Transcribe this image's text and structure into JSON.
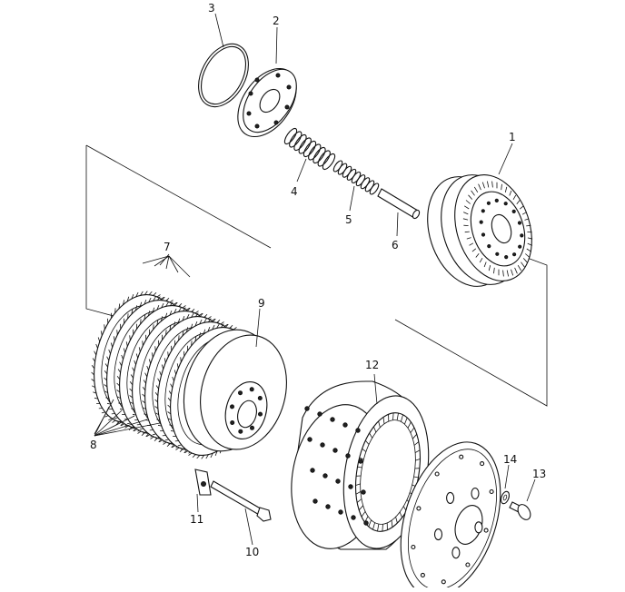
{
  "diagram": {
    "parts": [
      {
        "id": "part-1",
        "label": "1"
      },
      {
        "id": "part-2",
        "label": "2"
      },
      {
        "id": "part-3",
        "label": "3"
      },
      {
        "id": "part-4",
        "label": "4"
      },
      {
        "id": "part-5",
        "label": "5"
      },
      {
        "id": "part-6",
        "label": "6"
      },
      {
        "id": "part-7",
        "label": "7"
      },
      {
        "id": "part-8",
        "label": "8"
      },
      {
        "id": "part-9",
        "label": "9"
      },
      {
        "id": "part-10",
        "label": "10"
      },
      {
        "id": "part-11",
        "label": "11"
      },
      {
        "id": "part-12",
        "label": "12"
      },
      {
        "id": "part-13",
        "label": "13"
      },
      {
        "id": "part-14",
        "label": "14"
      }
    ]
  }
}
